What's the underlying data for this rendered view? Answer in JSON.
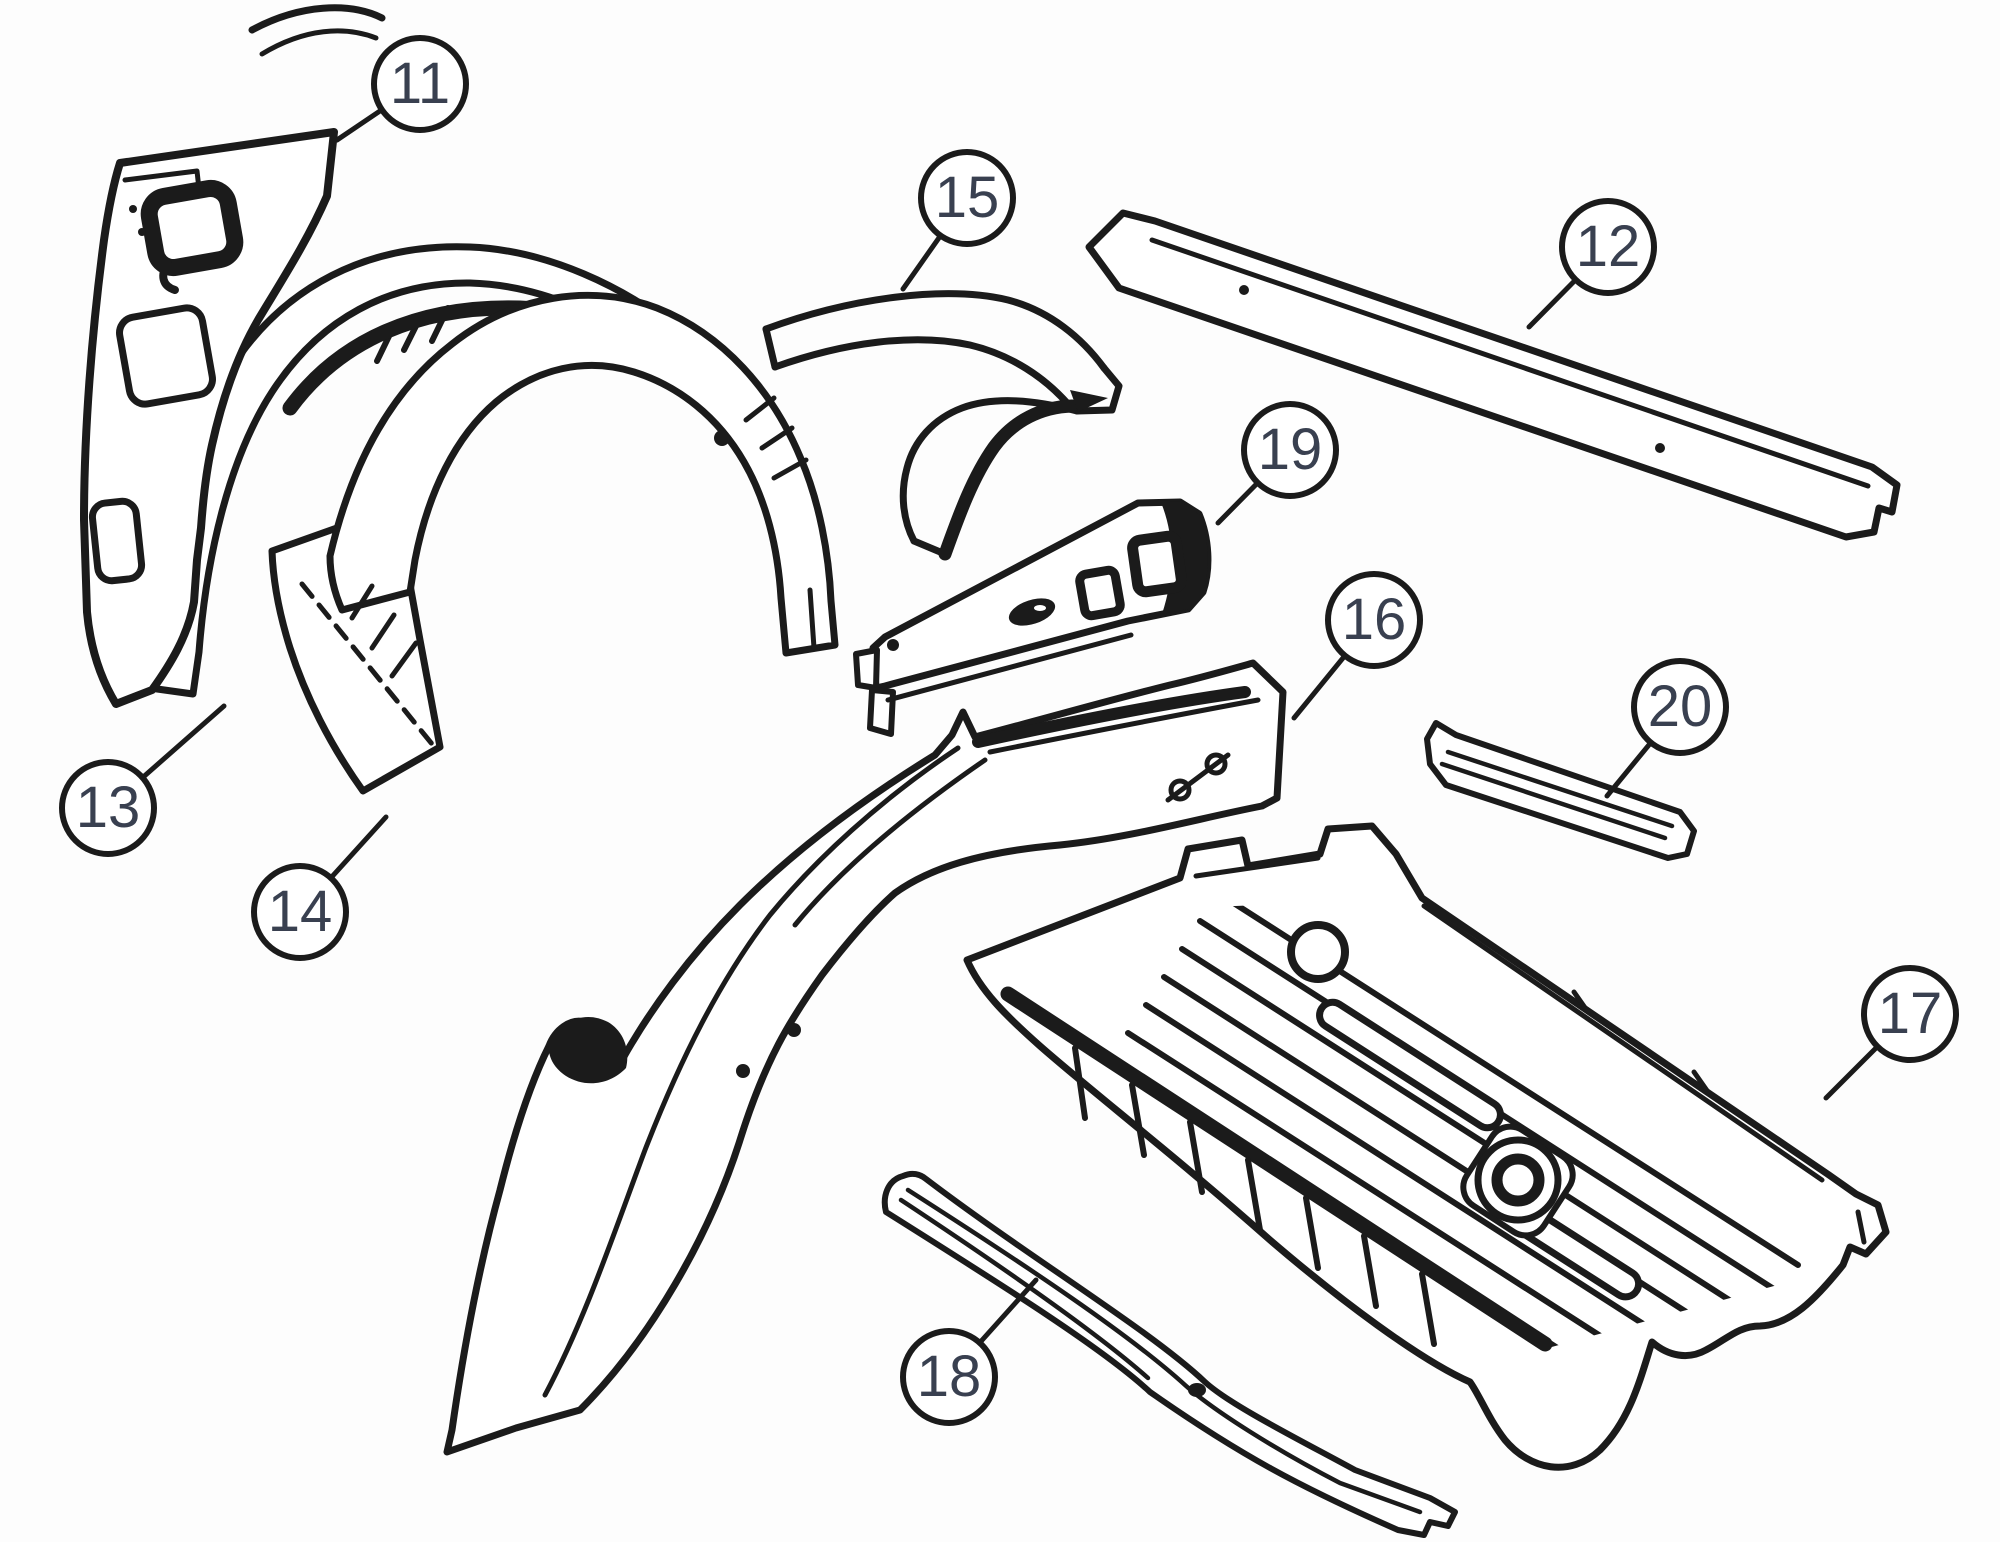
{
  "figure": {
    "type": "exploded-parts-line-diagram",
    "background_color": "#fdfdfd",
    "line_color": "#1b1b1b",
    "label_color": "#394050",
    "callouts": [
      {
        "label": "11"
      },
      {
        "label": "12"
      },
      {
        "label": "13"
      },
      {
        "label": "14"
      },
      {
        "label": "15"
      },
      {
        "label": "16"
      },
      {
        "label": "17"
      },
      {
        "label": "18"
      },
      {
        "label": "19"
      },
      {
        "label": "20"
      }
    ]
  }
}
